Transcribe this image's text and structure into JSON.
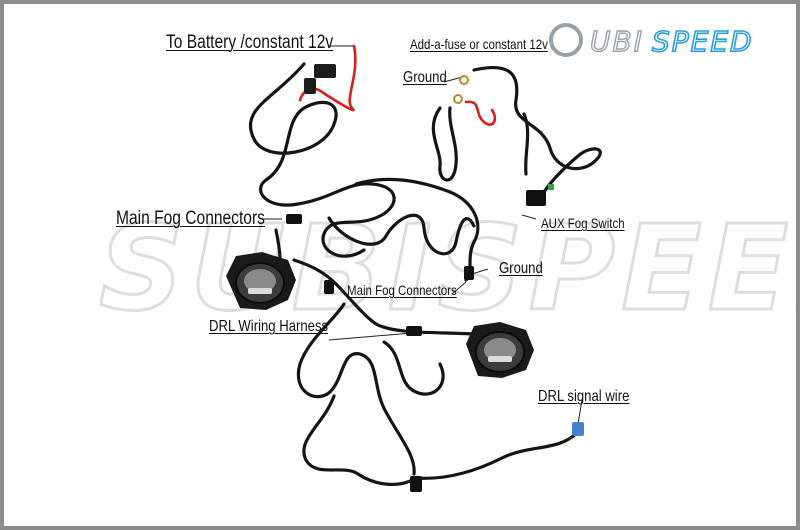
{
  "brand": {
    "name": "SUBISPEED",
    "accent": "#2a9fd6",
    "watermark_color": "#c8c8c8"
  },
  "labels": {
    "battery": "To Battery /constant 12v",
    "fuse": "Add-a-fuse or constant 12v",
    "ground_top": "Ground",
    "main_fog_left": "Main Fog Connectors",
    "aux_switch": "AUX Fog Switch",
    "ground_mid": "Ground",
    "main_fog_center": "Main Fog Connectors",
    "drl_harness": "DRL Wiring Harness",
    "drl_signal": "DRL signal wire"
  }
}
